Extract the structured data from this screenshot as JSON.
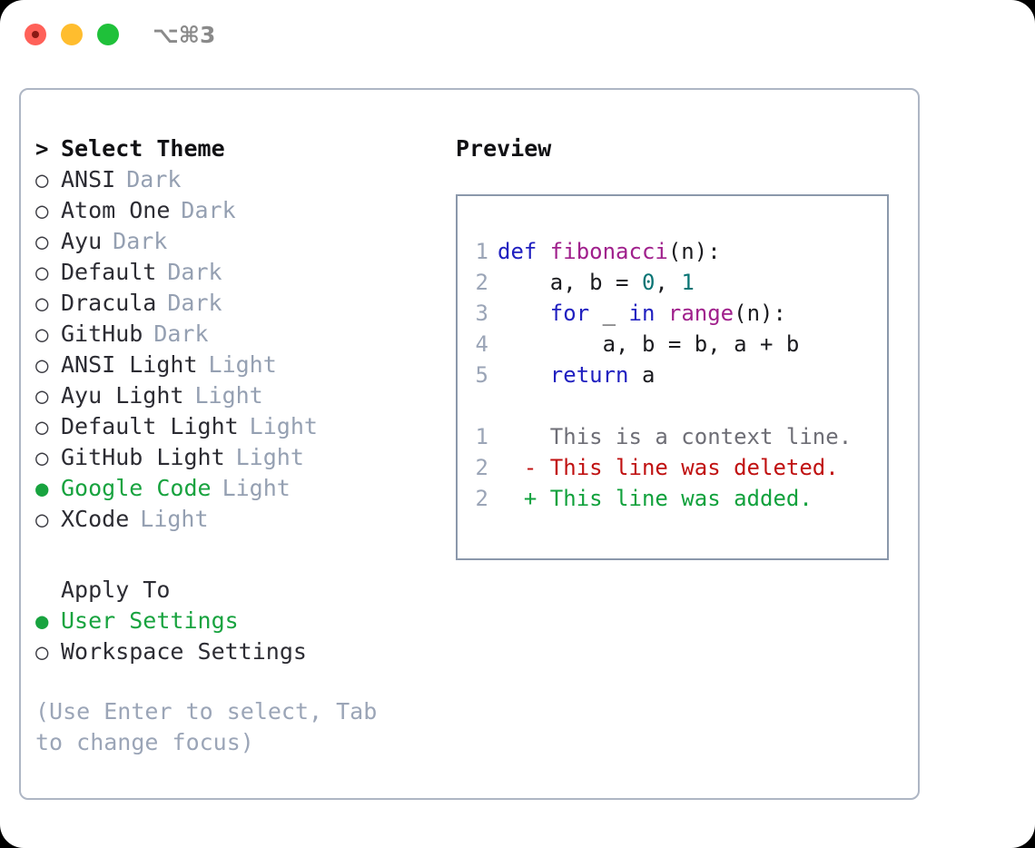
{
  "titlebar": {
    "shortcut": "⌥⌘3",
    "buttons": [
      {
        "name": "close",
        "color": "#ff6159"
      },
      {
        "name": "minimize",
        "color": "#ffbd2e"
      },
      {
        "name": "maximize",
        "color": "#1fc13a"
      }
    ]
  },
  "theme_picker": {
    "header_marker": ">",
    "header_label": "Select Theme",
    "marker_selected": "●",
    "marker_unselected": "○",
    "items": [
      {
        "name": "ANSI",
        "kind": "Dark",
        "selected": false
      },
      {
        "name": "Atom One",
        "kind": "Dark",
        "selected": false
      },
      {
        "name": "Ayu",
        "kind": "Dark",
        "selected": false
      },
      {
        "name": "Default",
        "kind": "Dark",
        "selected": false
      },
      {
        "name": "Dracula",
        "kind": "Dark",
        "selected": false
      },
      {
        "name": "GitHub",
        "kind": "Dark",
        "selected": false
      },
      {
        "name": "ANSI Light",
        "kind": "Light",
        "selected": false
      },
      {
        "name": "Ayu Light",
        "kind": "Light",
        "selected": false
      },
      {
        "name": "Default Light",
        "kind": "Light",
        "selected": false
      },
      {
        "name": "GitHub Light",
        "kind": "Light",
        "selected": false
      },
      {
        "name": "Google Code",
        "kind": "Light",
        "selected": true
      },
      {
        "name": "XCode",
        "kind": "Light",
        "selected": false
      }
    ]
  },
  "apply_to": {
    "title": "Apply To",
    "items": [
      {
        "label": "User Settings",
        "selected": true
      },
      {
        "label": "Workspace Settings",
        "selected": false
      }
    ]
  },
  "hint": "(Use Enter to select, Tab to change focus)",
  "preview": {
    "title": "Preview",
    "code_lines": [
      {
        "lineno": "1",
        "tokens": [
          {
            "text": "def ",
            "type": "kw"
          },
          {
            "text": "fibonacci",
            "type": "fn"
          },
          {
            "text": "(n):",
            "type": "plain"
          }
        ]
      },
      {
        "lineno": "2",
        "tokens": [
          {
            "text": "    a, b = ",
            "type": "plain"
          },
          {
            "text": "0",
            "type": "num"
          },
          {
            "text": ", ",
            "type": "plain"
          },
          {
            "text": "1",
            "type": "num"
          }
        ]
      },
      {
        "lineno": "3",
        "tokens": [
          {
            "text": "    ",
            "type": "plain"
          },
          {
            "text": "for",
            "type": "kw"
          },
          {
            "text": " _ ",
            "type": "plain"
          },
          {
            "text": "in",
            "type": "kw"
          },
          {
            "text": " ",
            "type": "plain"
          },
          {
            "text": "range",
            "type": "fn"
          },
          {
            "text": "(n):",
            "type": "plain"
          }
        ]
      },
      {
        "lineno": "4",
        "tokens": [
          {
            "text": "        a, b = b, a + b",
            "type": "plain"
          }
        ]
      },
      {
        "lineno": "5",
        "tokens": [
          {
            "text": "    ",
            "type": "plain"
          },
          {
            "text": "return",
            "type": "kw"
          },
          {
            "text": " a",
            "type": "plain"
          }
        ]
      }
    ],
    "diff_lines": [
      {
        "lineno": "1",
        "sign": " ",
        "text": "This is a context line.",
        "kind": "context"
      },
      {
        "lineno": "2",
        "sign": "-",
        "text": "This line was deleted.",
        "kind": "del"
      },
      {
        "lineno": "2",
        "sign": "+",
        "text": "This line was added.",
        "kind": "add"
      }
    ]
  },
  "colors": {
    "accent_green": "#18a33f",
    "muted_label": "#95a0b2",
    "panel_border": "#aeb6c4",
    "preview_border": "#8b98ab",
    "keyword": "#2020c0",
    "function": "#a0208c",
    "number": "#0b7575",
    "diff_add": "#11a13c",
    "diff_del": "#c01111",
    "diff_context": "#6e6e76"
  }
}
